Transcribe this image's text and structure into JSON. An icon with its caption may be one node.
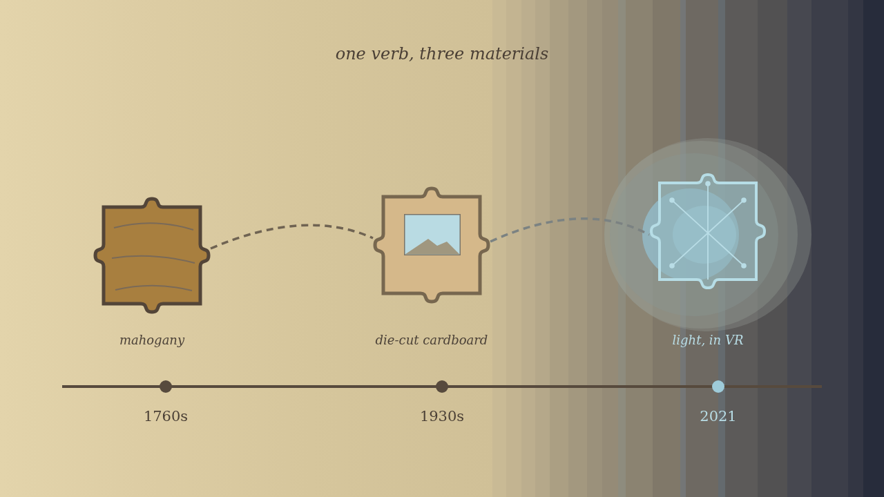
{
  "diagram": {
    "title": "one verb, three materials",
    "nodes": [
      {
        "text": [],
        "shape": "picture",
        "beside": [
          "mahogany"
        ]
      },
      {
        "text": [],
        "shape": "picture",
        "beside": [
          "die-cut cardboard"
        ]
      },
      {
        "text": [],
        "shape": "picture",
        "beside": [
          "light, in VR"
        ]
      }
    ],
    "edges": [
      {
        "from": 0,
        "to": 1,
        "arrow": "none",
        "style": "dashed"
      },
      {
        "from": 1,
        "to": 2,
        "arrow": "none",
        "style": "dashed",
        "color": "#7b8282"
      }
    ],
    "labels": [
      "1760s",
      "1930s",
      "2021"
    ]
  }
}
